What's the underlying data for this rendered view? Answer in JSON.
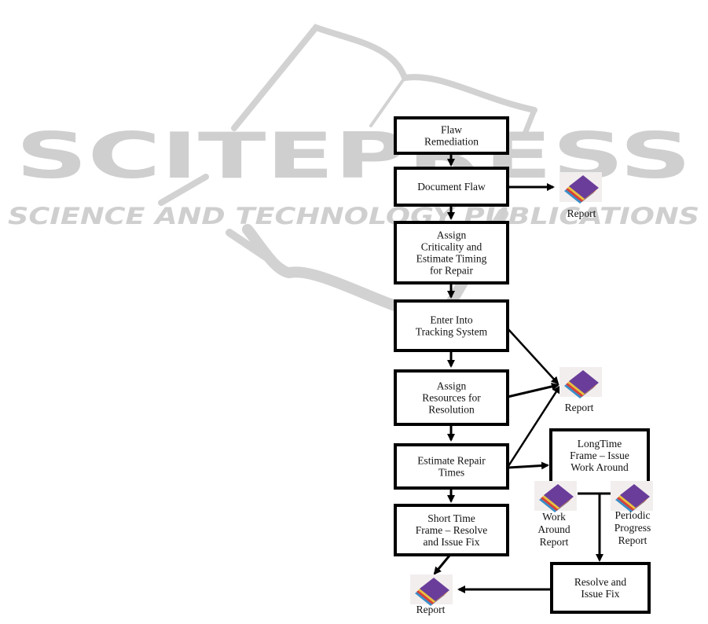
{
  "watermark": {
    "brand": "SCITEPRESS",
    "tagline": "SCIENCE AND TECHNOLOGY PUBLICATIONS",
    "color": "#cfcfcf"
  },
  "diagram": {
    "title": "Flaw Remediation",
    "nodes": [
      {
        "id": "flaw-remediation",
        "lines": [
          "Flaw",
          "Remediation"
        ]
      },
      {
        "id": "document-flaw",
        "lines": [
          "Document Flaw"
        ]
      },
      {
        "id": "assign-criticality",
        "lines": [
          "Assign",
          "Criticality  and",
          "Estimate Timing",
          "for Repair"
        ]
      },
      {
        "id": "enter-tracking",
        "lines": [
          "Enter Into",
          "Tracking System"
        ]
      },
      {
        "id": "assign-resources",
        "lines": [
          "Assign",
          "Resources for",
          "Resolution"
        ]
      },
      {
        "id": "estimate-repair",
        "lines": [
          "Estimate Repair",
          "Times"
        ]
      },
      {
        "id": "short-time-frame",
        "lines": [
          "Short Time",
          "Frame – Resolve",
          "and Issue Fix"
        ]
      },
      {
        "id": "long-time-frame",
        "lines": [
          "LongTime",
          "Frame – Issue",
          "Work Around"
        ]
      },
      {
        "id": "resolve-issue-fix",
        "lines": [
          "Resolve and",
          "Issue Fix"
        ]
      }
    ],
    "reports": [
      {
        "id": "report-document",
        "lines": [
          "Report"
        ]
      },
      {
        "id": "report-tracking",
        "lines": [
          "Report"
        ]
      },
      {
        "id": "report-work-around",
        "lines": [
          "Work",
          "Around",
          "Report"
        ]
      },
      {
        "id": "report-periodic",
        "lines": [
          "Periodic",
          "Progress",
          "Report"
        ]
      },
      {
        "id": "report-final",
        "lines": [
          "Report"
        ]
      }
    ],
    "edges": [
      {
        "from": "flaw-remediation",
        "to": "document-flaw"
      },
      {
        "from": "document-flaw",
        "to": "report-document"
      },
      {
        "from": "document-flaw",
        "to": "assign-criticality"
      },
      {
        "from": "assign-criticality",
        "to": "enter-tracking"
      },
      {
        "from": "enter-tracking",
        "to": "assign-resources"
      },
      {
        "from": "enter-tracking",
        "to": "report-tracking"
      },
      {
        "from": "assign-resources",
        "to": "report-tracking"
      },
      {
        "from": "assign-resources",
        "to": "estimate-repair"
      },
      {
        "from": "estimate-repair",
        "to": "report-tracking"
      },
      {
        "from": "estimate-repair",
        "to": "long-time-frame"
      },
      {
        "from": "estimate-repair",
        "to": "short-time-frame"
      },
      {
        "from": "long-time-frame",
        "to": "report-work-around"
      },
      {
        "from": "long-time-frame",
        "to": "report-periodic"
      },
      {
        "from": "long-time-frame",
        "to": "resolve-issue-fix"
      },
      {
        "from": "short-time-frame",
        "to": "report-final"
      },
      {
        "from": "resolve-issue-fix",
        "to": "report-final"
      }
    ],
    "report_icon_colors": {
      "top": "#6a3d9a",
      "layer1": "#e8c040",
      "layer2": "#d8403a",
      "layer3": "#3a8fc8",
      "background": "#f2eeee"
    }
  }
}
